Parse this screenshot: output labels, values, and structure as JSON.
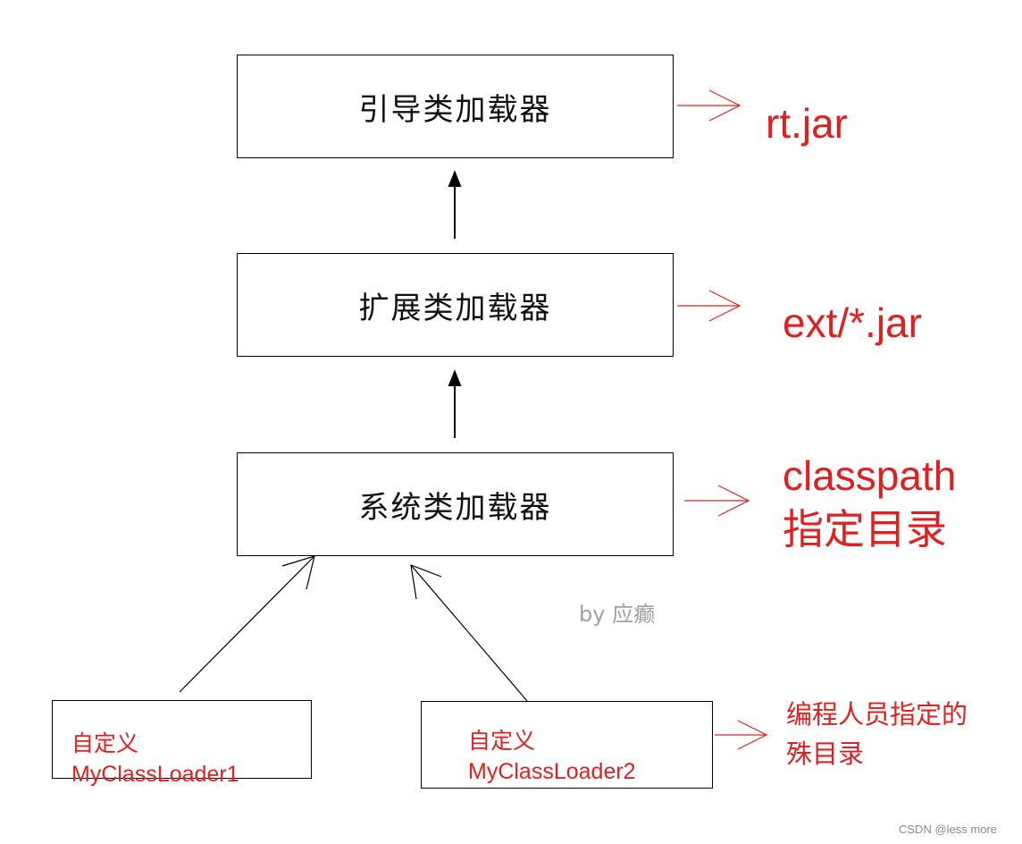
{
  "boxes": {
    "bootstrap": "引导类加载器",
    "extension": "扩展类加载器",
    "system": "系统类加载器"
  },
  "custom": {
    "loader1": {
      "line1": "自定义",
      "line2": "MyClassLoader1"
    },
    "loader2": {
      "line1": "自定义",
      "line2": "MyClassLoader2"
    }
  },
  "targets": {
    "bootstrap": "rt.jar",
    "extension": "ext/*.jar",
    "system_line1": "classpath",
    "system_line2": "指定目录",
    "custom_line1": "编程人员指定的",
    "custom_line2": "殊目录"
  },
  "watermark": "by 应癫",
  "footer": "CSDN @less more",
  "colors": {
    "accent": "#e02020",
    "line": "#000000"
  }
}
